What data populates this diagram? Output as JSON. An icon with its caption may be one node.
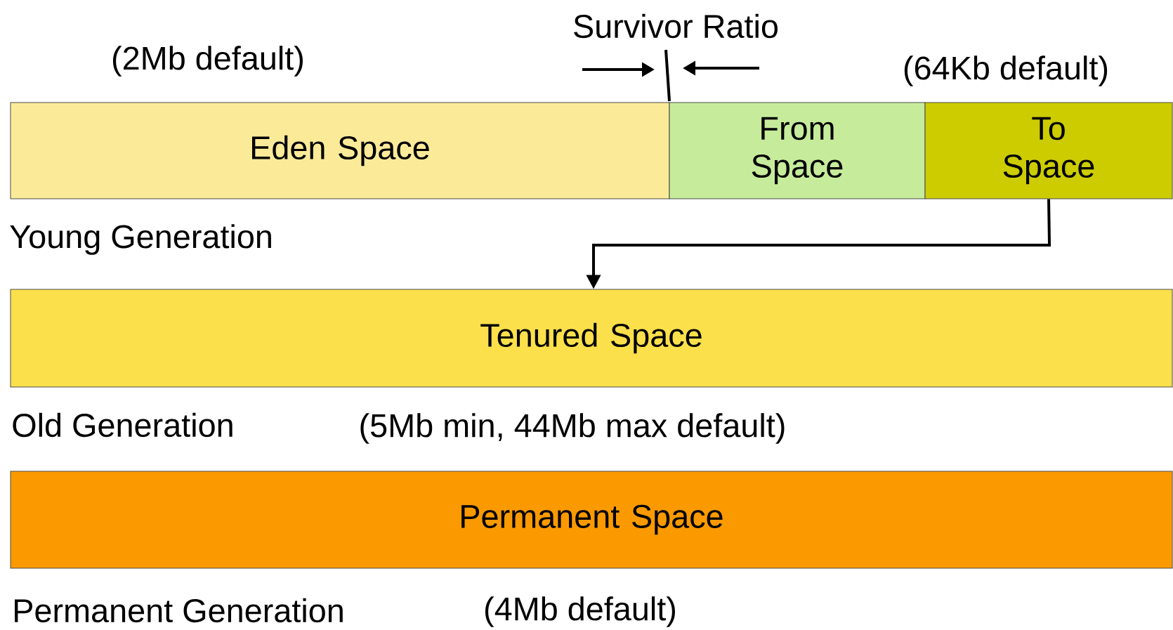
{
  "diagram": {
    "nodes": [
      {
        "text": [
          "Eden Space"
        ]
      },
      {
        "text": [
          "From Space"
        ]
      },
      {
        "text": [
          "To Space"
        ]
      },
      {
        "text": [
          "Tenured Space"
        ]
      },
      {
        "text": [
          "Permanent Space"
        ]
      }
    ],
    "edges": [
      {
        "from": 2,
        "to": 3,
        "arrow": "to"
      }
    ],
    "labels": [
      "Survivor Ratio",
      "(2Mb default)",
      "(64Kb default)",
      "Young Generation",
      "Old Generation",
      "(5Mb min, 44Mb max default)",
      "Permanent Generation",
      "(4Mb default)"
    ]
  }
}
